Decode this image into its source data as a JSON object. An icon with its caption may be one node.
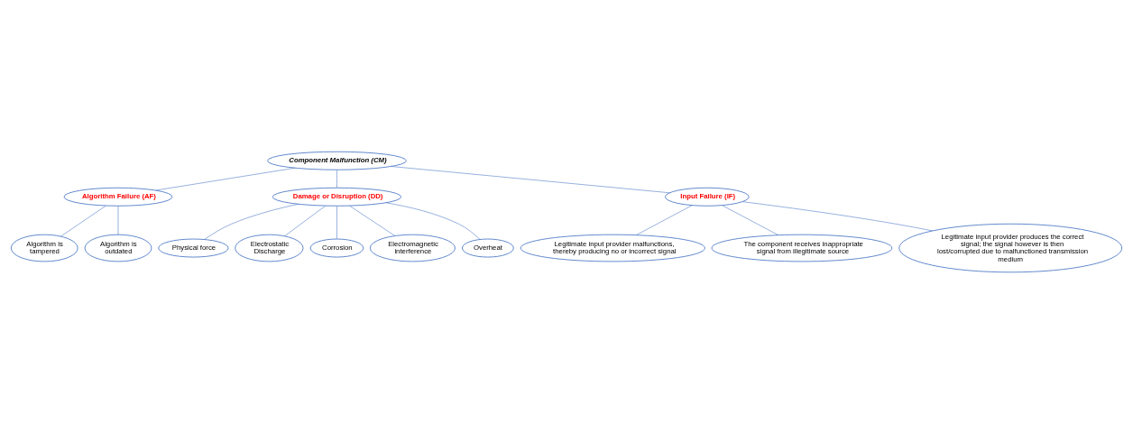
{
  "diagram": {
    "nodes": [
      {
        "text": [
          "Component Malfunction (CM)"
        ]
      },
      {
        "text": [
          "Algorithm Failure (AF)"
        ]
      },
      {
        "text": [
          "Damage or Disruption (DD)"
        ]
      },
      {
        "text": [
          "Algorithm is tampered"
        ]
      },
      {
        "text": [
          "Algorithm is outdated"
        ]
      },
      {
        "text": [
          "Physical force"
        ]
      },
      {
        "text": [
          "Electrostatic Discharge"
        ]
      },
      {
        "text": [
          "Corrosion"
        ]
      },
      {
        "text": [
          "Electromagnetic interference"
        ]
      },
      {
        "text": [
          "Overheat"
        ]
      },
      {
        "text": [
          "Input Failure (IF)"
        ]
      },
      {
        "text": [
          "Legitimate input provider malfunctions, thereby producing no or incorrect signal"
        ]
      },
      {
        "text": [
          "The component receives inappropriate signal from illegitimate source"
        ]
      },
      {
        "text": [
          "Legitimate input provider produces the correct signal; the signal however is then lost/corrupted due to malfunctioned transmission medium"
        ]
      }
    ],
    "edges": [
      {
        "from": 0,
        "to": 1,
        "arrow": "none"
      },
      {
        "from": 0,
        "to": 2,
        "arrow": "none"
      },
      {
        "from": 0,
        "to": 10,
        "arrow": "none"
      },
      {
        "from": 1,
        "to": 3,
        "arrow": "none"
      },
      {
        "from": 1,
        "to": 4,
        "arrow": "none"
      },
      {
        "from": 2,
        "to": 5,
        "arrow": "none"
      },
      {
        "from": 2,
        "to": 6,
        "arrow": "none"
      },
      {
        "from": 2,
        "to": 7,
        "arrow": "none"
      },
      {
        "from": 2,
        "to": 8,
        "arrow": "none"
      },
      {
        "from": 2,
        "to": 9,
        "arrow": "none"
      },
      {
        "from": 10,
        "to": 11,
        "arrow": "none"
      },
      {
        "from": 10,
        "to": 12,
        "arrow": "none"
      },
      {
        "from": 10,
        "to": 13,
        "arrow": "none"
      }
    ]
  }
}
